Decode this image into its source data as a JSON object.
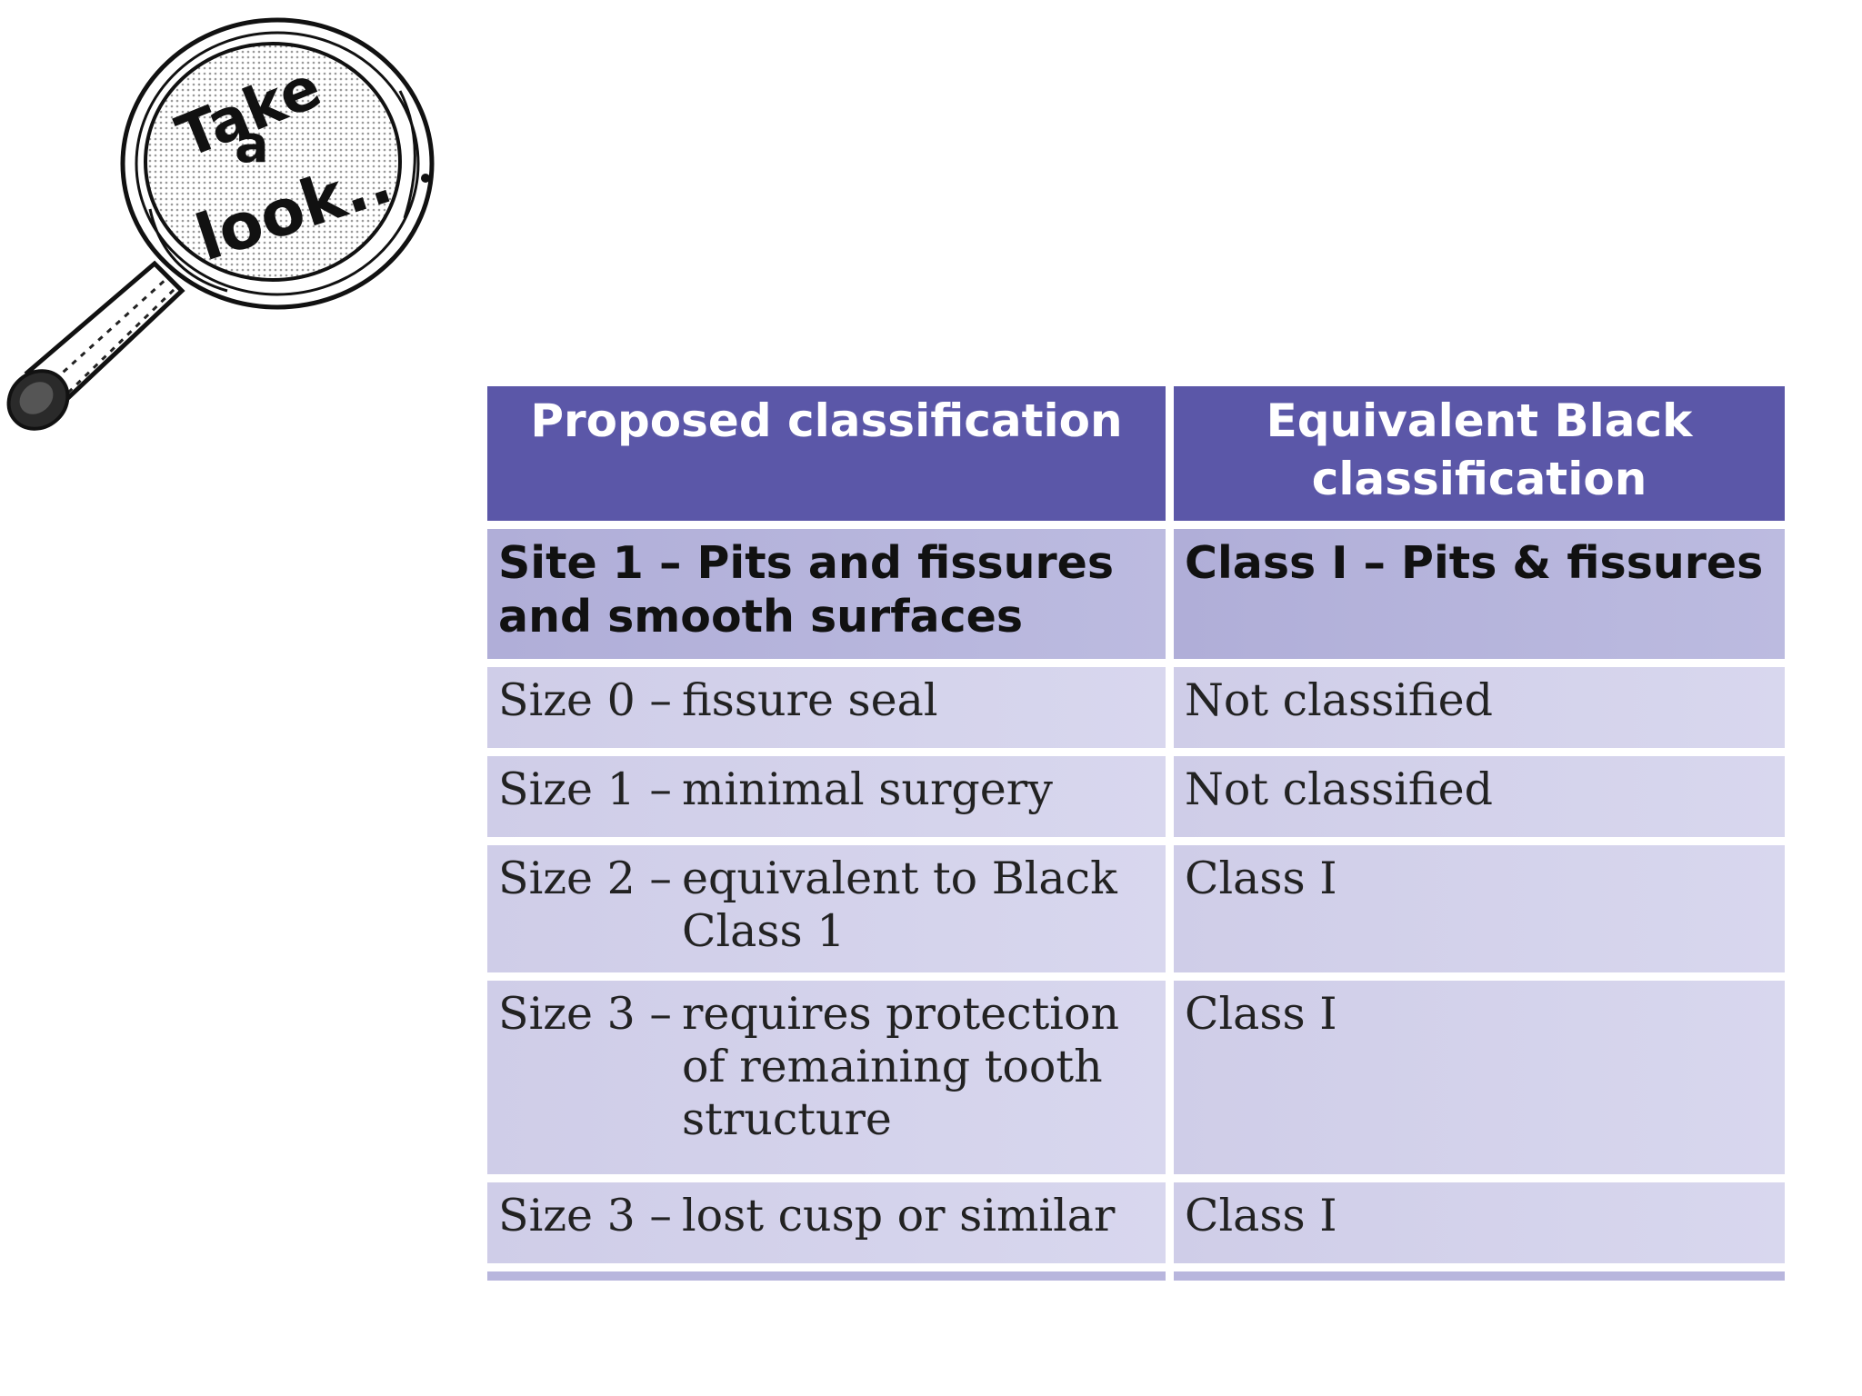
{
  "logo": {
    "lettering": [
      "Take",
      "a",
      "look.."
    ]
  },
  "table": {
    "headers": [
      "Proposed classification",
      "Equivalent Black classification"
    ],
    "site_row": {
      "proposed": "Site 1 – Pits and fissures and smooth surfaces",
      "black": "Class I – Pits & fissures"
    },
    "rows": [
      {
        "size": "Size 0 –",
        "desc": "fissure seal",
        "black": "Not classified"
      },
      {
        "size": "Size 1 –",
        "desc": "minimal surgery",
        "black": "Not classified"
      },
      {
        "size": "Size 2 –",
        "desc": "equivalent to Black Class 1",
        "black": "Class I"
      },
      {
        "size": "Size 3 –",
        "desc": "requires protection of remaining tooth structure",
        "black": "Class I"
      },
      {
        "size": "Size 3 –",
        "desc": "lost cusp or similar",
        "black": "Class I"
      }
    ]
  }
}
